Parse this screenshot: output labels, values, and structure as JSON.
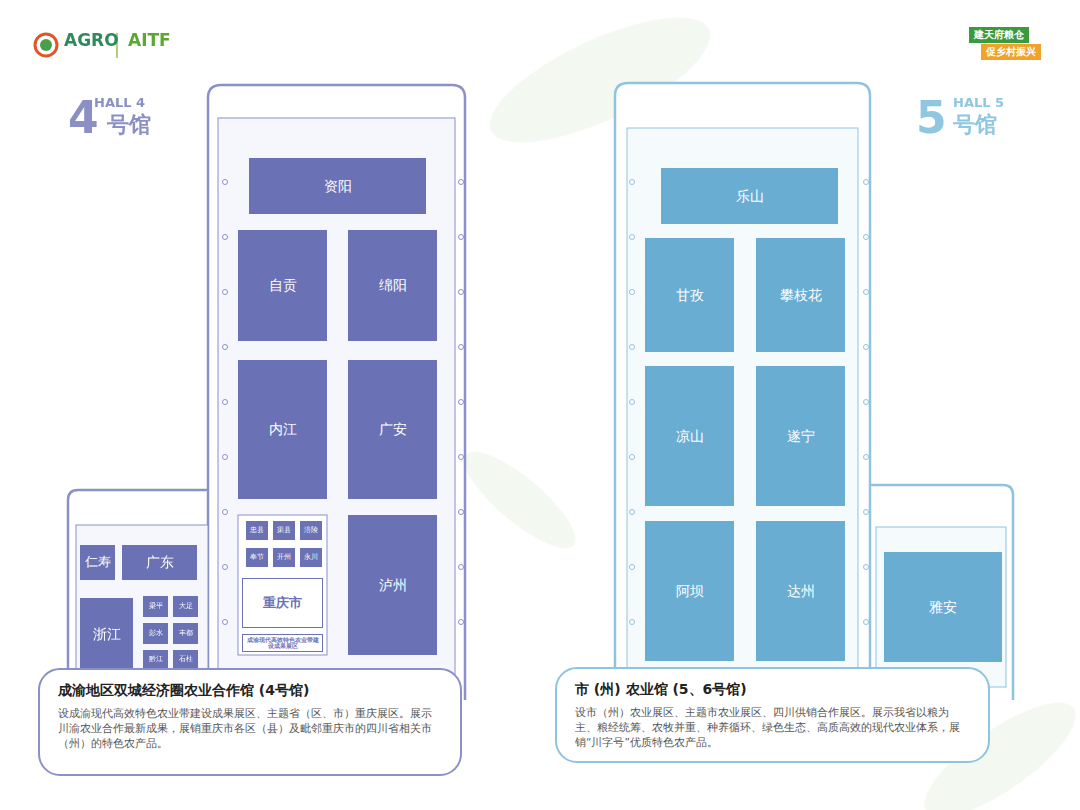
{
  "diagram": {
    "nodes": [
      {
        "text": [
          "资阳"
        ]
      },
      {
        "text": [
          "自贡"
        ]
      },
      {
        "text": [
          "绵阳"
        ]
      },
      {
        "text": [
          "内江"
        ]
      },
      {
        "text": [
          "广安"
        ]
      },
      {
        "text": [
          "忠县"
        ]
      },
      {
        "text": [
          "渠县"
        ]
      },
      {
        "text": [
          "涪陵"
        ]
      },
      {
        "text": [
          "奉节"
        ]
      },
      {
        "text": [
          "开州"
        ]
      },
      {
        "text": [
          "永川"
        ]
      },
      {
        "text": [
          "重庆市"
        ]
      },
      {
        "text": [
          "成渝现代高效特色农业带建设成果展区"
        ]
      },
      {
        "text": [
          "泸州"
        ]
      },
      {
        "text": [
          "仁寿"
        ]
      },
      {
        "text": [
          "广东"
        ]
      },
      {
        "text": [
          "浙江"
        ]
      },
      {
        "text": [
          "梁平"
        ]
      },
      {
        "text": [
          "大足"
        ]
      },
      {
        "text": [
          "彭水"
        ]
      },
      {
        "text": [
          "丰都"
        ]
      },
      {
        "text": [
          "黔江"
        ]
      },
      {
        "text": [
          "石柱"
        ]
      },
      {
        "text": [
          "成渝地区双城经济圈农业合作馆 (4号馆)",
          "设成渝现代高效特色农业带建设成果展区、主题省（区、市）重庆展区。展示川渝农业合作最新成果，展销重庆市各区（县）及毗邻重庆市的四川省相关市（州）的特色农产品。"
        ]
      },
      {
        "text": [
          "乐山"
        ]
      },
      {
        "text": [
          "甘孜"
        ]
      },
      {
        "text": [
          "攀枝花"
        ]
      },
      {
        "text": [
          "凉山"
        ]
      },
      {
        "text": [
          "遂宁"
        ]
      },
      {
        "text": [
          "阿坝"
        ]
      },
      {
        "text": [
          "达州"
        ]
      },
      {
        "text": [
          "雅安"
        ]
      },
      {
        "text": [
          "市 (州) 农业馆 (5、6号馆)",
          "设市（州）农业展区、主题市农业展区、四川供销合作展区。展示我省以粮为主、粮经统筹、农牧并重、种养循环、绿色生态、高质高效的现代农业体系，展销“川字号”优质特色农产品。"
        ]
      }
    ],
    "labels": [
      "AGRO",
      "AITF",
      "建天府粮仓",
      "促乡村振兴",
      "HALL 4",
      "4",
      "号馆",
      "HALL 5",
      "5",
      "号馆"
    ]
  }
}
